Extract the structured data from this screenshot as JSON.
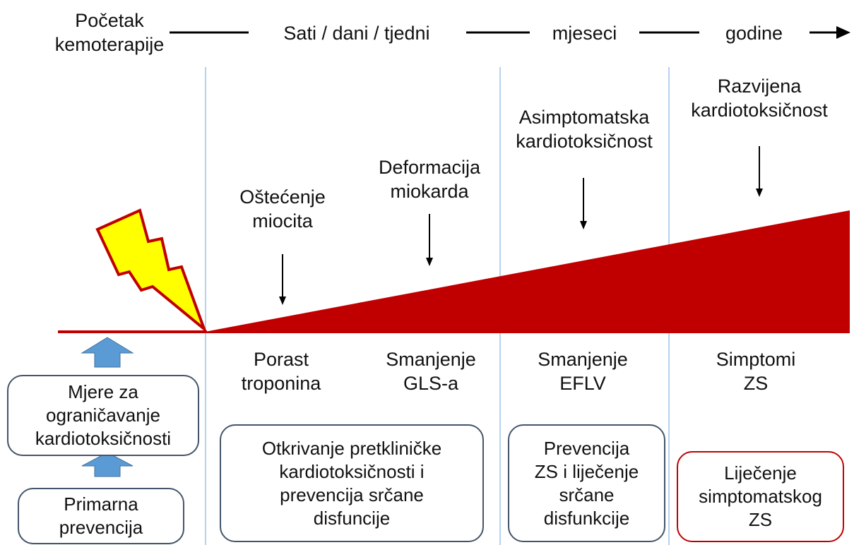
{
  "timeline": {
    "start_lines": [
      "Početak",
      "kemoterapije"
    ],
    "period_1": "Sati / dani / tjedni",
    "period_2": "mjeseci",
    "period_3": "godine"
  },
  "stages": [
    {
      "lines": [
        "Oštećenje",
        "miocita"
      ]
    },
    {
      "lines": [
        "Deformacija",
        "miokarda"
      ]
    },
    {
      "lines": [
        "Asimptomatska",
        "kardiotoksičnost"
      ]
    },
    {
      "lines": [
        "Razvijena",
        "kardiotoksičnost"
      ]
    }
  ],
  "markers": [
    {
      "lines": [
        "Porast",
        "troponina"
      ]
    },
    {
      "lines": [
        "Smanjenje",
        "GLS-a"
      ]
    },
    {
      "lines": [
        "Smanjenje",
        "EFLV"
      ]
    },
    {
      "lines": [
        "Simptomi",
        "ZS"
      ]
    }
  ],
  "interventions": [
    {
      "lines": [
        "Mjere za",
        "ograničavanje",
        "kardiotoksičnosti"
      ]
    },
    {
      "lines": [
        "Primarna",
        "prevencija"
      ]
    },
    {
      "lines": [
        "Otkrivanje pretkliničke",
        "kardiotoksičnosti i",
        "prevencija srčane",
        "disfuncije"
      ]
    },
    {
      "lines": [
        "Prevencija",
        "ZS i liječenje",
        "srčane",
        "disfunkcije"
      ]
    },
    {
      "lines": [
        "Liječenje",
        "simptomatskog",
        "ZS"
      ]
    }
  ],
  "colors": {
    "wedge": "#C00000",
    "bolt_fill": "#FFFF00",
    "bolt_stroke": "#C00000",
    "up_arrow": "#5B9BD5",
    "divider": "#9DC3E6",
    "box_border": "#44546A",
    "box_border_red": "#C00000"
  },
  "icons": [
    "lightning-bolt-icon",
    "up-arrow-icon",
    "down-arrow-icon",
    "right-arrow-icon"
  ]
}
